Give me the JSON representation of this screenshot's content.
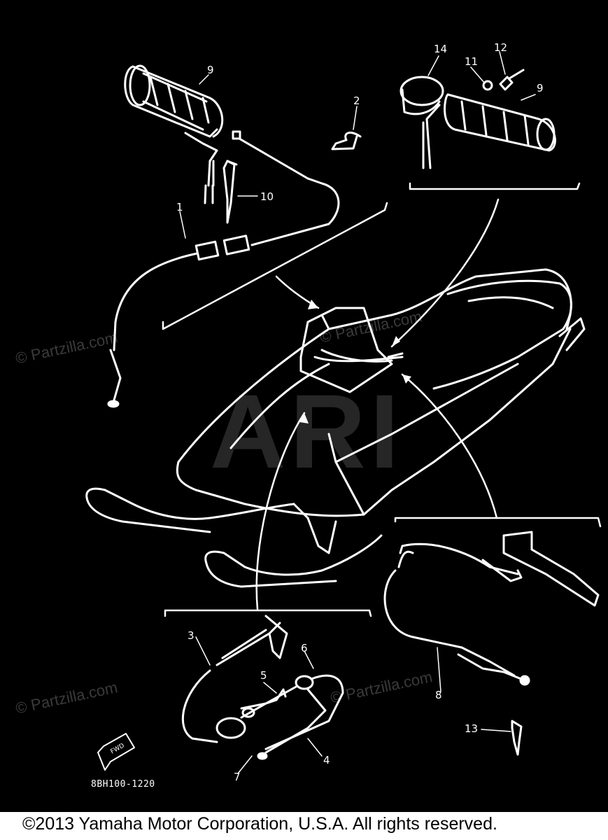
{
  "diagram": {
    "callouts": {
      "c1": "1",
      "c2": "2",
      "c3": "3",
      "c4": "4",
      "c5": "5",
      "c6": "6",
      "c7": "7",
      "c8": "8",
      "c9a": "9",
      "c9b": "9",
      "c10": "10",
      "c11": "11",
      "c12": "12",
      "c13": "13",
      "c14": "14"
    },
    "fwd_label": "FWD",
    "drawing_code": "8BH100-1220"
  },
  "watermarks": {
    "partzilla": "© Partzilla.com",
    "logo": "ARI"
  },
  "footer": {
    "copyright": "©2013 Yamaha Motor Corporation, U.S.A. All rights reserved."
  },
  "colors": {
    "background": "#000000",
    "linework": "#ffffff",
    "footer_bg": "#ffffff",
    "footer_text": "#000000"
  }
}
